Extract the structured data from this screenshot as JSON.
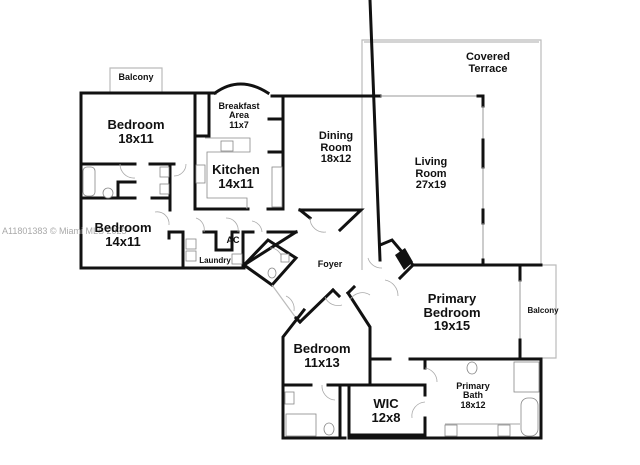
{
  "floorplan": {
    "watermark": "A11801383 © Miami MLS 2025",
    "rooms": {
      "balcony_top": {
        "name": "Balcony"
      },
      "bedroom_1": {
        "name": "Bedroom",
        "size": "18x11"
      },
      "breakfast_area": {
        "name": "Breakfast",
        "name2": "Area",
        "size": "11x7"
      },
      "kitchen": {
        "name": "Kitchen",
        "size": "14x11"
      },
      "dining_room": {
        "name": "Dining",
        "name2": "Room",
        "size": "18x12"
      },
      "living_room": {
        "name": "Living",
        "name2": "Room",
        "size": "27x19"
      },
      "covered_terrace": {
        "name": "Covered",
        "name2": "Terrace"
      },
      "bedroom_2": {
        "name": "Bedroom",
        "size": "14x11"
      },
      "ac": {
        "name": "AC"
      },
      "laundry": {
        "name": "Laundry"
      },
      "foyer": {
        "name": "Foyer"
      },
      "primary_bedroom": {
        "name": "Primary",
        "name2": "Bedroom",
        "size": "19x15"
      },
      "balcony_right": {
        "name": "Balcony"
      },
      "bedroom_3": {
        "name": "Bedroom",
        "size": "11x13"
      },
      "wic": {
        "name": "WIC",
        "size": "12x8"
      },
      "primary_bath": {
        "name": "Primary",
        "name2": "Bath",
        "size": "18x12"
      }
    }
  }
}
